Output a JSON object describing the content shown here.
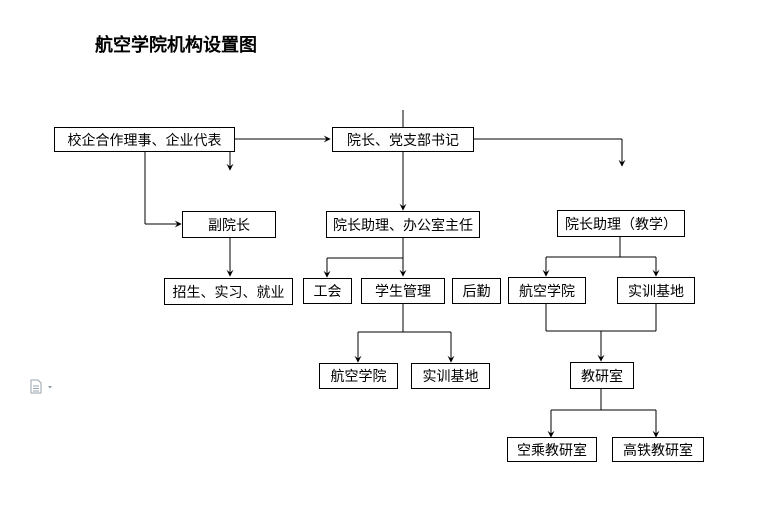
{
  "title": "航空学院机构设置图",
  "nodes": {
    "enterprise_council": "校企合作理事、企业代表",
    "dean": "院长、党支部书记",
    "vice_dean": "副院长",
    "dean_assistant_office": "院长助理、办公室主任",
    "dean_assistant_teaching": "院长助理（教学）",
    "recruitment": "招生、实习、就业",
    "union": "工会",
    "student_mgmt": "学生管理",
    "logistics": "后勤",
    "aviation_school_a": "航空学院",
    "training_base_a": "实训基地",
    "aviation_school_b": "航空学院",
    "training_base_b": "实训基地",
    "teaching_research": "教研室",
    "flight_attendant_tr": "空乘教研室",
    "high_speed_rail_tr": "高铁教研室"
  }
}
